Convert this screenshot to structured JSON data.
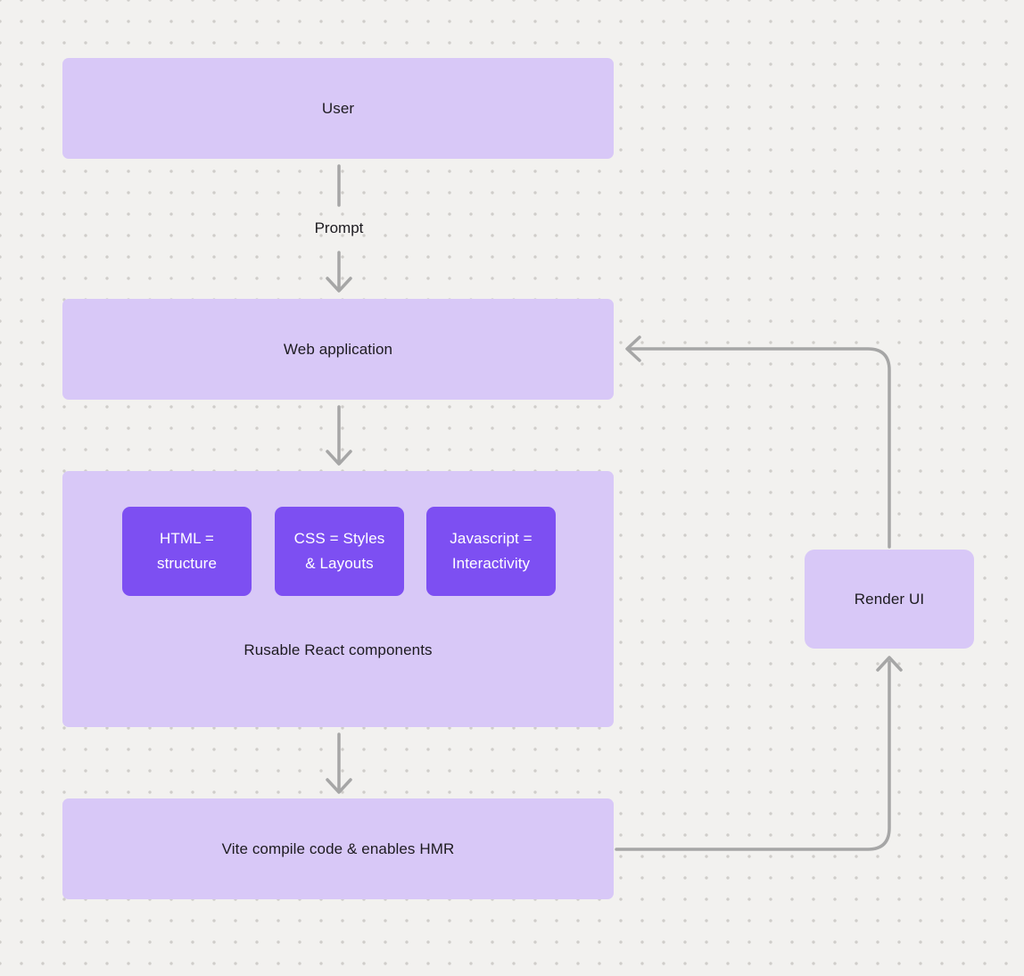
{
  "colors": {
    "background": "#f2f1ef",
    "dot": "#cfcdca",
    "node_fill": "#d8c8f7",
    "chip_fill": "#7d4ff2",
    "connector": "#a6a6a6",
    "text_dark": "#1d1b20",
    "text_light": "#ffffff"
  },
  "nodes": {
    "user": {
      "label": "User"
    },
    "web_application": {
      "label": "Web application"
    },
    "components_group": {
      "caption": "Rusable React components",
      "chips": [
        {
          "label": "HTML =\nstructure"
        },
        {
          "label": "CSS = Styles\n& Layouts"
        },
        {
          "label": "Javascript =\nInteractivity"
        }
      ]
    },
    "vite": {
      "label": "Vite compile code & enables HMR"
    },
    "render_ui": {
      "label": "Render UI"
    }
  },
  "edges": {
    "prompt_label": "Prompt"
  }
}
